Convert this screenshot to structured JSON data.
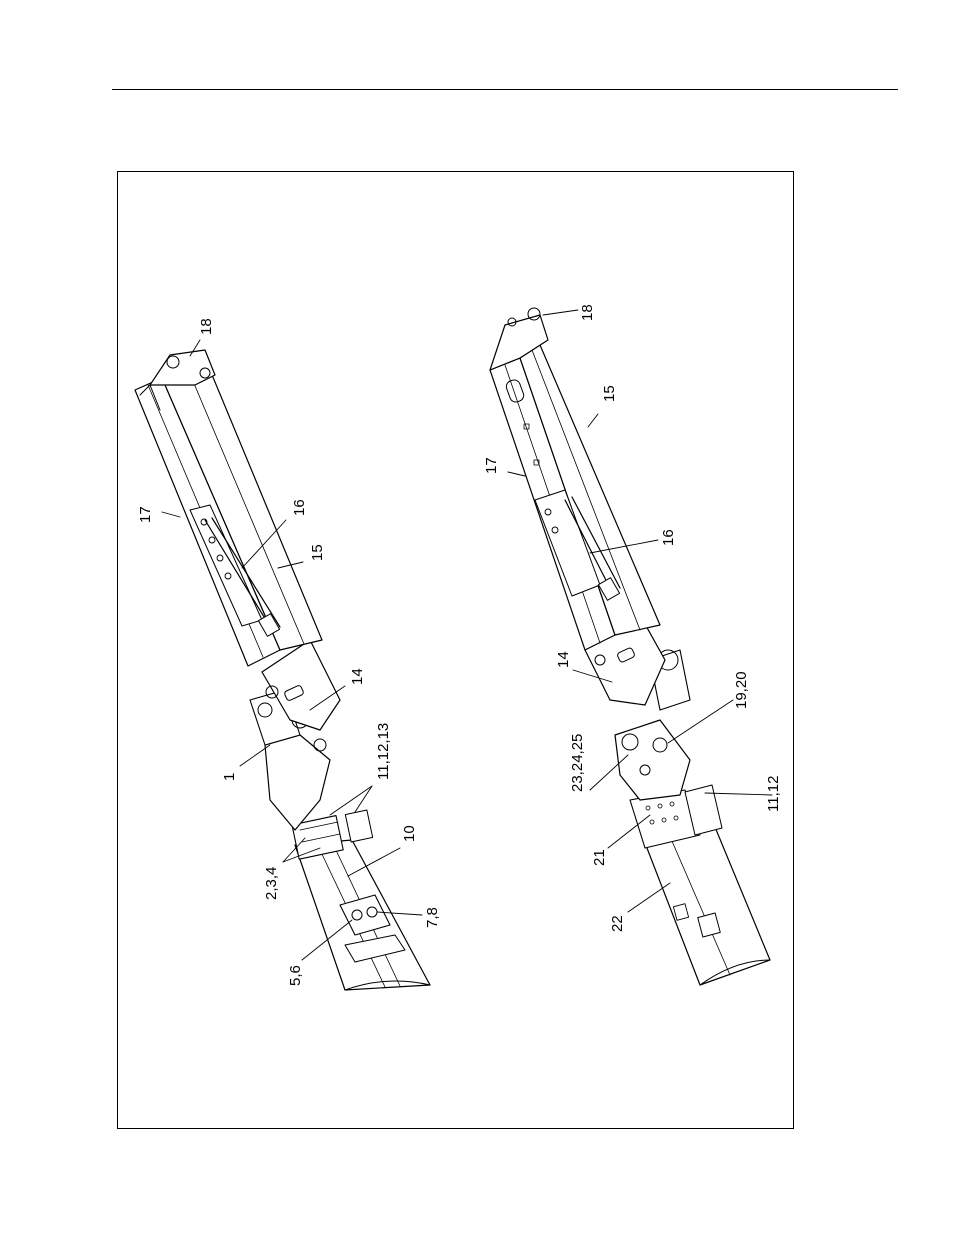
{
  "left_view": {
    "callouts": [
      "18",
      "17",
      "16",
      "15",
      "14",
      "1",
      "11,12,13",
      "2,3,4",
      "10",
      "7,8",
      "5,6"
    ]
  },
  "right_view": {
    "callouts": [
      "18",
      "15",
      "17",
      "16",
      "14",
      "19,20",
      "23,24,25",
      "11,12",
      "21",
      "22"
    ]
  }
}
